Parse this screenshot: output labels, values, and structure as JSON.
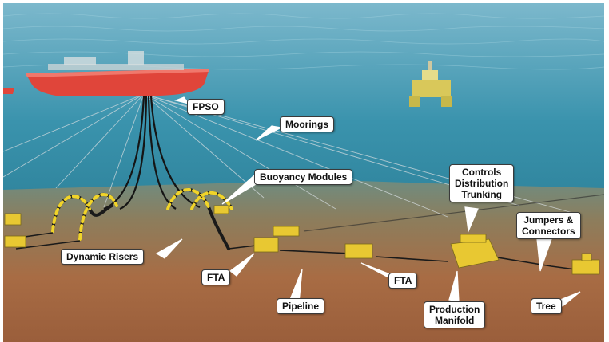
{
  "labels": {
    "fpso": "FPSO",
    "moorings": "Moorings",
    "buoyancy_modules": "Buoyancy Modules",
    "controls_distribution_trunking": "Controls\nDistribution\nTrunking",
    "jumpers_connectors": "Jumpers &\nConnectors",
    "dynamic_risers": "Dynamic Risers",
    "fta_left": "FTA",
    "fta_right": "FTA",
    "pipeline": "Pipeline",
    "production_manifold": "Production\nManifold",
    "tree": "Tree"
  },
  "colors": {
    "water_top": "#6fb0c4",
    "water_mid": "#2d8aa3",
    "water_deep": "#1f6f86",
    "seabed_near": "#b06f45",
    "seabed_far": "#7f8f7c",
    "hull": "#e0453a",
    "riser_yellow": "#f1d42a",
    "riser_black": "#1a1a1a",
    "equipment": "#e8c832"
  }
}
